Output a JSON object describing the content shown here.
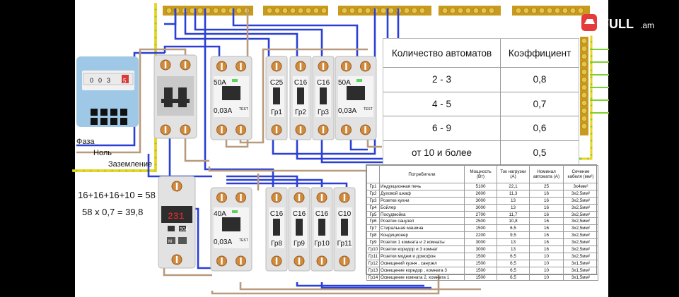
{
  "diagram": {
    "wire_labels": {
      "phase": "Фаза",
      "neutral": "Ноль",
      "ground": "Заземление"
    },
    "formula": {
      "line1": "16+16+16+10 = 58",
      "line2": "58 x 0,7  = 39,8"
    },
    "meter": {
      "digits": [
        "0",
        "0",
        "3",
        "5"
      ]
    },
    "rcd_top_left": {
      "rating": "50A",
      "leak": "0,03A",
      "test": "TEST"
    },
    "rcd_top_right": {
      "rating": "50A",
      "leak": "0,03A",
      "test": "TEST"
    },
    "rcd_bottom": {
      "rating": "40A",
      "leak": "0,03A",
      "test": "TEST"
    },
    "relay": {
      "display": "231",
      "rating": "50A",
      "button": "M"
    },
    "breakers_top": [
      {
        "rating": "C25",
        "group": "Гр1"
      },
      {
        "rating": "C16",
        "group": "Гр2"
      },
      {
        "rating": "C16",
        "group": "Гр3"
      }
    ],
    "breakers_bottom": [
      {
        "rating": "C16",
        "group": "Гр8"
      },
      {
        "rating": "C16",
        "group": "Гр9"
      },
      {
        "rating": "C16",
        "group": "Гр10"
      },
      {
        "rating": "C10",
        "group": "Гр11"
      }
    ]
  },
  "coef_table": {
    "headers": [
      "Количество автоматов",
      "Коэффициент"
    ],
    "rows": [
      [
        "2 - 3",
        "0,8"
      ],
      [
        "4 - 5",
        "0,7"
      ],
      [
        "6 - 9",
        "0,6"
      ],
      [
        "от 10 и более",
        "0,5"
      ]
    ]
  },
  "consumer_table": {
    "headers": [
      "",
      "Потребители",
      "Мощность (Вт)",
      "Ток нагрузки (А)",
      "Номинал автомата (А)",
      "Сечение кабеля (мм²)"
    ],
    "rows": [
      [
        "Гр1",
        "Индукционная печь",
        "5100",
        "22,1",
        "25",
        "3х4мм²"
      ],
      [
        "Гр2",
        "Духовой шкаф",
        "2600",
        "11,3",
        "16",
        "3х2,5мм²"
      ],
      [
        "Гр3",
        "Розетки кухни",
        "3000",
        "13",
        "16",
        "3х2,5мм²"
      ],
      [
        "Гр4",
        "Бойлер",
        "3000",
        "13",
        "16",
        "3х2,5мм²"
      ],
      [
        "Гр5",
        "Посудмойка",
        "2700",
        "11,7",
        "16",
        "3х2,5мм²"
      ],
      [
        "Гр6",
        "Розетки санузел",
        "2500",
        "10,8",
        "16",
        "3х2,5мм²"
      ],
      [
        "Гр7",
        "Стиральная машина",
        "1500",
        "6,5",
        "16",
        "3х2,5мм²"
      ],
      [
        "Гр8",
        "Кондиционер",
        "2200",
        "9,5",
        "16",
        "3х2,5мм²"
      ],
      [
        "Гр9",
        "Розетки 1 комната и 2 комнаты",
        "3000",
        "13",
        "16",
        "3х2,5мм²"
      ],
      [
        "Гр10",
        "Розетки коридор и 3 комнат",
        "3000",
        "13",
        "16",
        "3х2,5мм²"
      ],
      [
        "Гр11",
        "Розетки модем  и домофон",
        "1500",
        "6,5",
        "10",
        "3х2,5мм²"
      ],
      [
        "Гр12",
        "Освещений кузня , санузел",
        "1500",
        "6,5",
        "10",
        "3х1,5мм²"
      ],
      [
        "Гр13",
        "Освещение коредор , комната 3",
        "1500",
        "6,5",
        "10",
        "3х1,5мм²"
      ],
      [
        "Гр14",
        "Освещение комната 2, комната 1",
        "1500",
        "6,5",
        "10",
        "3х1,5мм²"
      ]
    ]
  },
  "watermark": {
    "text": "FULL",
    "suffix": ".am"
  },
  "colors": {
    "phase": "#2a3fd6",
    "neutral": "#b89a7e",
    "ground_green": "#7ecf2c",
    "ground_yellow": "#f0d21a",
    "busbar": "#c89a1e",
    "breaker_gray": "#e2e2e2",
    "terminal_orange": "#d08a3c"
  }
}
